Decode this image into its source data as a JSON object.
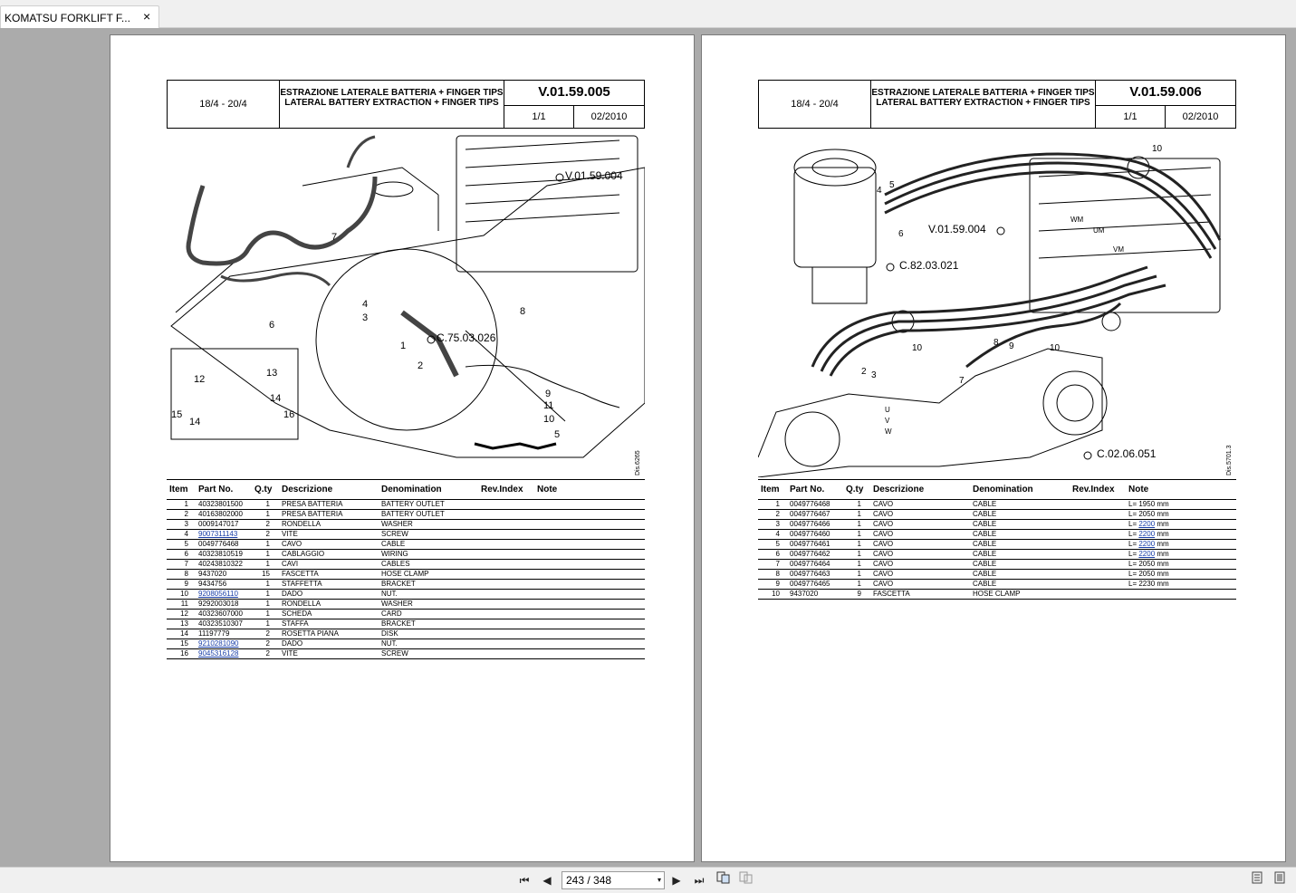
{
  "tab": {
    "title": "KOMATSU FORKLIFT F...",
    "close": "×"
  },
  "pages": [
    {
      "range": "18/4 - 20/4",
      "title_it": "ESTRAZIONE LATERALE BATTERIA + FINGER TIPS",
      "title_en": "LATERAL BATTERY EXTRACTION + FINGER TIPS",
      "code": "V.01.59.005",
      "sheet": "1/1",
      "date": "02/2010",
      "refs": [
        "V.01.59.004",
        "C.75.03.026"
      ],
      "dis": "Dis.6265",
      "labels": [
        "1",
        "2",
        "3",
        "4",
        "5",
        "6",
        "7",
        "8",
        "9",
        "10",
        "11",
        "12",
        "13",
        "14",
        "15",
        "16"
      ],
      "cols": [
        "Item",
        "Part No.",
        "Q.ty",
        "Descrizione",
        "Denomination",
        "Rev.Index",
        "Note"
      ],
      "rows": [
        [
          "1",
          "40323801500",
          "1",
          "PRESA BATTERIA",
          "BATTERY OUTLET",
          "",
          ""
        ],
        [
          "2",
          "40163802000",
          "1",
          "PRESA BATTERIA",
          "BATTERY OUTLET",
          "",
          ""
        ],
        [
          "3",
          "0009147017",
          "2",
          "RONDELLA",
          "WASHER",
          "",
          ""
        ],
        [
          "4",
          "9007311143",
          "2",
          "VITE",
          "SCREW",
          "",
          ""
        ],
        [
          "5",
          "0049776468",
          "1",
          "CAVO",
          "CABLE",
          "",
          ""
        ],
        [
          "6",
          "40323810519",
          "1",
          "CABLAGGIO",
          "WIRING",
          "",
          ""
        ],
        [
          "7",
          "40243810322",
          "1",
          "CAVI",
          "CABLES",
          "",
          ""
        ],
        [
          "8",
          "9437020",
          "15",
          "FASCETTA",
          "HOSE CLAMP",
          "",
          ""
        ],
        [
          "9",
          "9434756",
          "1",
          "STAFFETTA",
          "BRACKET",
          "",
          ""
        ],
        [
          "10",
          "9208056110",
          "1",
          "DADO",
          "NUT.",
          "",
          ""
        ],
        [
          "11",
          "9292003018",
          "1",
          "RONDELLA",
          "WASHER",
          "",
          ""
        ],
        [
          "12",
          "40323607000",
          "1",
          "SCHEDA",
          "CARD",
          "",
          ""
        ],
        [
          "13",
          "40323510307",
          "1",
          "STAFFA",
          "BRACKET",
          "",
          ""
        ],
        [
          "14",
          "11197779",
          "2",
          "ROSETTA PIANA",
          "DISK",
          "",
          ""
        ],
        [
          "15",
          "9210281090",
          "2",
          "DADO",
          "NUT.",
          "",
          ""
        ],
        [
          "16",
          "9045316128",
          "2",
          "VITE",
          "SCREW",
          "",
          ""
        ]
      ],
      "linked": [
        3,
        9,
        14,
        15
      ]
    },
    {
      "range": "18/4 - 20/4",
      "title_it": "ESTRAZIONE LATERALE BATTERIA + FINGER TIPS",
      "title_en": "LATERAL BATTERY EXTRACTION + FINGER TIPS",
      "code": "V.01.59.006",
      "sheet": "1/1",
      "date": "02/2010",
      "refs": [
        "V.01.59.004",
        "C.82.03.021",
        "C.02.06.051"
      ],
      "dis": "Dis.5701.3",
      "labels": [
        "2",
        "3",
        "4",
        "5",
        "6",
        "7",
        "8",
        "9",
        "10",
        "10",
        "10",
        "U",
        "V",
        "W",
        "UM",
        "VM",
        "WM"
      ],
      "cols": [
        "Item",
        "Part No.",
        "Q.ty",
        "Descrizione",
        "Denomination",
        "Rev.Index",
        "Note"
      ],
      "rows": [
        [
          "1",
          "0049776468",
          "1",
          "CAVO",
          "CABLE",
          "",
          "L= 1950 mm"
        ],
        [
          "2",
          "0049776467",
          "1",
          "CAVO",
          "CABLE",
          "",
          "L= 2050 mm"
        ],
        [
          "3",
          "0049776466",
          "1",
          "CAVO",
          "CABLE",
          "",
          "L= 2200 mm"
        ],
        [
          "4",
          "0049776460",
          "1",
          "CAVO",
          "CABLE",
          "",
          "L= 2200 mm"
        ],
        [
          "5",
          "0049776461",
          "1",
          "CAVO",
          "CABLE",
          "",
          "L= 2200 mm"
        ],
        [
          "6",
          "0049776462",
          "1",
          "CAVO",
          "CABLE",
          "",
          "L= 2200 mm"
        ],
        [
          "7",
          "0049776464",
          "1",
          "CAVO",
          "CABLE",
          "",
          "L= 2050 mm"
        ],
        [
          "8",
          "0049776463",
          "1",
          "CAVO",
          "CABLE",
          "",
          "L= 2050 mm"
        ],
        [
          "9",
          "0049776465",
          "1",
          "CAVO",
          "CABLE",
          "",
          "L= 2230 mm"
        ],
        [
          "10",
          "9437020",
          "9",
          "FASCETTA",
          "HOSE CLAMP",
          "",
          ""
        ]
      ],
      "linked": []
    }
  ],
  "nav": {
    "first": "⏮",
    "prev": "◀",
    "page": "243 / 348",
    "next": "▶",
    "last": "⏭",
    "dropdown": "▾"
  }
}
